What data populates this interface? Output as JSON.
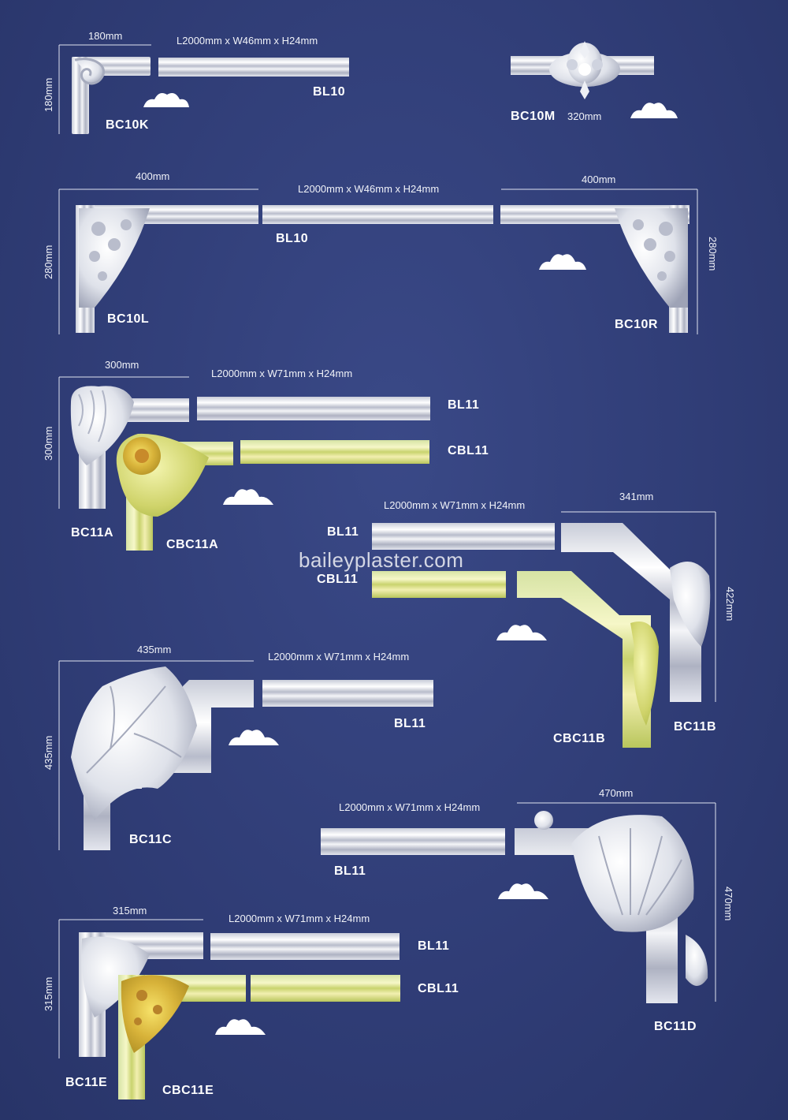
{
  "watermark": "baileyplaster.com",
  "colors": {
    "background": "#2f3c75",
    "plaster": "#e8eaf0",
    "gilded": "#d9d98a"
  },
  "row1": {
    "dim_corner_w": "180mm",
    "dim_corner_h": "180mm",
    "dim_straight": "L2000mm x W46mm x H24mm",
    "label_straight": "BL10",
    "label_corner": "BC10K",
    "label_center": "BC10M",
    "dim_center": "320mm"
  },
  "row2": {
    "dim_left_w": "400mm",
    "dim_left_h": "280mm",
    "dim_straight": "L2000mm x W46mm x H24mm",
    "dim_right_w": "400mm",
    "dim_right_h": "280mm",
    "label_straight": "BL10",
    "label_left": "BC10L",
    "label_right": "BC10R"
  },
  "row3": {
    "dim_w": "300mm",
    "dim_h": "300mm",
    "dim_straight": "L2000mm x W71mm x H24mm",
    "label_bl": "BL11",
    "label_cbl": "CBL11",
    "label_corner": "BC11A",
    "label_gold_corner": "CBC11A"
  },
  "row4": {
    "dim_straight": "L2000mm x W71mm x H24mm",
    "dim_w": "341mm",
    "dim_h": "422mm",
    "label_bl": "BL11",
    "label_cbl": "CBL11",
    "label_gold_corner": "CBC11B",
    "label_corner": "BC11B"
  },
  "row5": {
    "dim_w": "435mm",
    "dim_h": "435mm",
    "dim_straight": "L2000mm x W71mm x H24mm",
    "label_bl": "BL11",
    "label_corner": "BC11C"
  },
  "row6": {
    "dim_straight": "L2000mm x W71mm x H24mm",
    "dim_w": "470mm",
    "dim_h": "470mm",
    "label_bl": "BL11",
    "label_corner": "BC11D"
  },
  "row7": {
    "dim_w": "315mm",
    "dim_h": "315mm",
    "dim_straight": "L2000mm x W71mm x H24mm",
    "label_bl": "BL11",
    "label_cbl": "CBL11",
    "label_corner": "BC11E",
    "label_gold_corner": "CBC11E"
  }
}
